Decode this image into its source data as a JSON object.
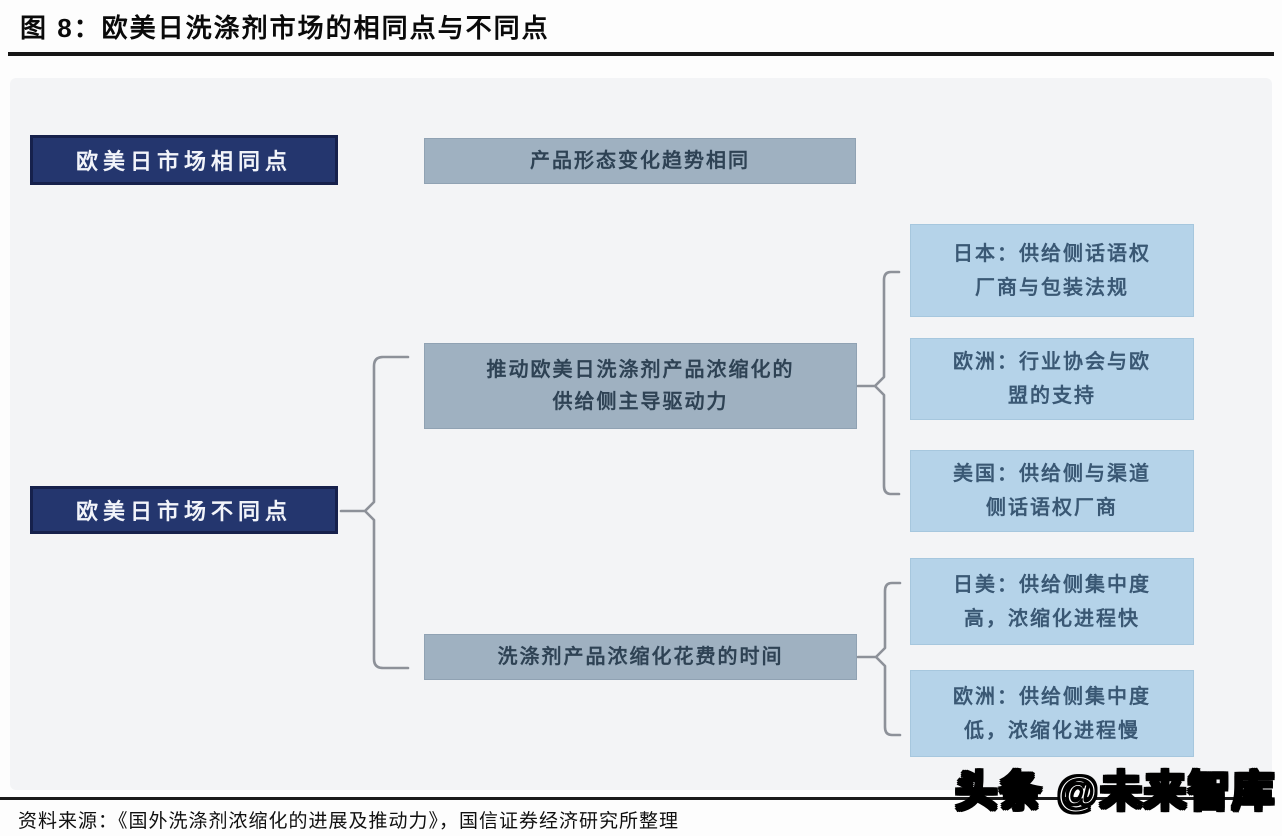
{
  "title": "图 8：欧美日洗涤剂市场的相同点与不同点",
  "source": "资料来源：《国外洗涤剂浓缩化的进展及推动力》，国信证券经济研究所整理",
  "watermark": "头条 @未来智库",
  "colors": {
    "category_box": "#24366e",
    "topic_box": "#9fb1c1",
    "detail_box": "#b5d3e9",
    "connector": "#8d9199",
    "rule": "#161616"
  },
  "diagram": {
    "categories": [
      {
        "label": "欧美日市场相同点"
      },
      {
        "label": "欧美日市场不同点"
      }
    ],
    "topics": [
      {
        "label": "产品形态变化趋势相同"
      },
      {
        "label": "推动欧美日洗涤剂产品浓缩化的\n供给侧主导驱动力"
      },
      {
        "label": "洗涤剂产品浓缩化花费的时间"
      }
    ],
    "details": [
      {
        "label": "日本：供给侧话语权\n厂商与包装法规"
      },
      {
        "label": "欧洲：行业协会与欧\n盟的支持"
      },
      {
        "label": "美国：供给侧与渠道\n侧话语权厂商"
      },
      {
        "label": "日美：供给侧集中度\n高，浓缩化进程快"
      },
      {
        "label": "欧洲：供给侧集中度\n低，浓缩化进程慢"
      }
    ]
  }
}
